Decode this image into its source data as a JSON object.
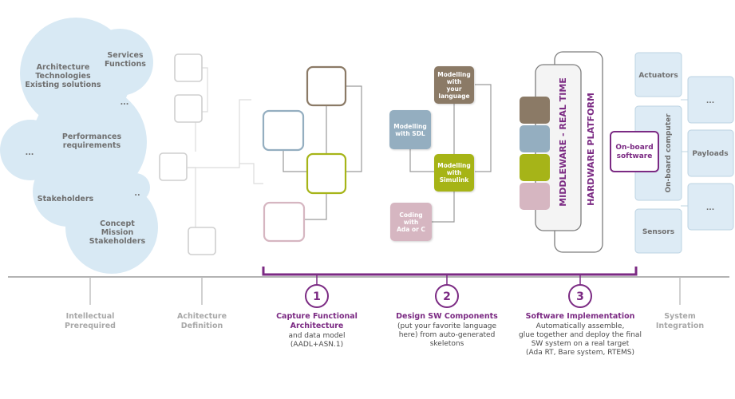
{
  "cloud": {
    "services": [
      "Services",
      "Functions"
    ],
    "architecture": [
      "Architecture",
      "Technologies",
      "Existing solutions"
    ],
    "ellipsis_top": "...",
    "performances": [
      "Performances",
      "requirements"
    ],
    "ellipsis_left": "...",
    "stakeholders": "Stakeholders",
    "ellipsis_small": "..",
    "concept": [
      "Concept",
      "Mission",
      "Stakeholders"
    ]
  },
  "design": {
    "modelling_lang": [
      "Modelling",
      "with",
      "your",
      "language"
    ],
    "modelling_sdl": [
      "Modelling",
      "with SDL"
    ],
    "modelling_simulink": [
      "Modelling",
      "with",
      "Simulink"
    ],
    "coding": [
      "Coding",
      "with",
      "Ada or C"
    ]
  },
  "platform": {
    "middleware": "MIDDLEWARE - REAL TIME",
    "hardware": "HARDWARE PLATFORM",
    "onboard_software": [
      "On-board",
      "software"
    ]
  },
  "system": {
    "actuators": "Actuators",
    "onboard_computer": "On-board computer",
    "ellipsis_top": "...",
    "payloads": "Payloads",
    "ellipsis_bottom": "...",
    "sensors": "Sensors"
  },
  "timeline": {
    "stage1": [
      "Intellectual",
      "Prerequired"
    ],
    "stage2": [
      "Achitecture",
      "Definition"
    ],
    "step1": {
      "number": "1",
      "title": [
        "Capture Functional",
        "Architecture"
      ],
      "desc": [
        "and data model",
        "(AADL+ASN.1)"
      ]
    },
    "step2": {
      "number": "2",
      "title": [
        "Design SW Components"
      ],
      "desc": [
        "(put your favorite language",
        "here) from auto-generated",
        "skeletons"
      ]
    },
    "step3": {
      "number": "3",
      "title": [
        "Software Implementation"
      ],
      "desc": [
        "Automatically assemble,",
        "glue together and deploy the final",
        "SW system on a real target",
        "(Ada RT, Bare system, RTEMS)"
      ]
    },
    "stage_last": [
      "System",
      "Integration"
    ]
  },
  "colors": {
    "purple": "#7b2a83",
    "cloud": "#d8e9f4",
    "brown": "#8b7a66",
    "blue_grey": "#94aec0",
    "olive": "#a6b418",
    "pink": "#d6b6c1",
    "grey_line": "#b5b5b5",
    "grey_text": "#a8a8a8"
  }
}
